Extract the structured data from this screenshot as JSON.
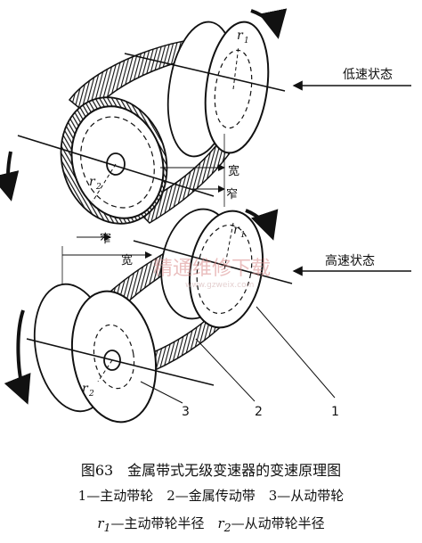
{
  "labels": {
    "low_state": "低速状态",
    "high_state": "高速状态",
    "wide": "宽",
    "narrow": "窄",
    "r1": "r",
    "r1_sub": "1",
    "r2": "r",
    "r2_sub": "2",
    "part1": "1",
    "part2": "2",
    "part3": "3"
  },
  "watermark": {
    "text": "精通维修下载",
    "url": "www.gzweix.com"
  },
  "caption": {
    "title": "图63　金属带式无级变速器的变速原理图",
    "legend_line": "1—主动带轮　2—金属传动带　3—从动带轮",
    "radius_r1": "r",
    "radius_r1_sub": "1",
    "radius_r1_text": "—主动带轮半径　",
    "radius_r2": "r",
    "radius_r2_sub": "2",
    "radius_r2_text": "—从动带轮半径"
  }
}
